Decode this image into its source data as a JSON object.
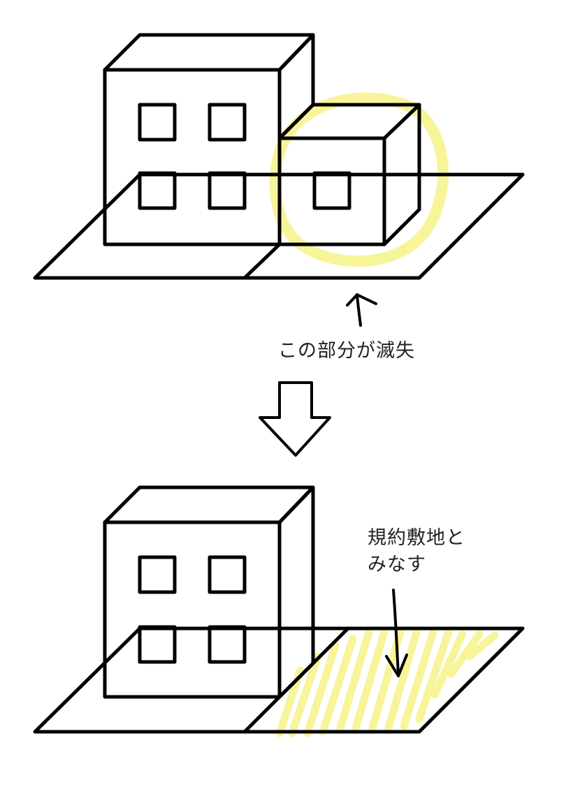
{
  "labels": {
    "lost_part": "この部分が滅失",
    "site_line1": "規約敷地と",
    "site_line2": "みなす"
  },
  "colors": {
    "line": "#000000",
    "highlight": "#f8f49a",
    "text": "#222222",
    "background": "#ffffff"
  }
}
